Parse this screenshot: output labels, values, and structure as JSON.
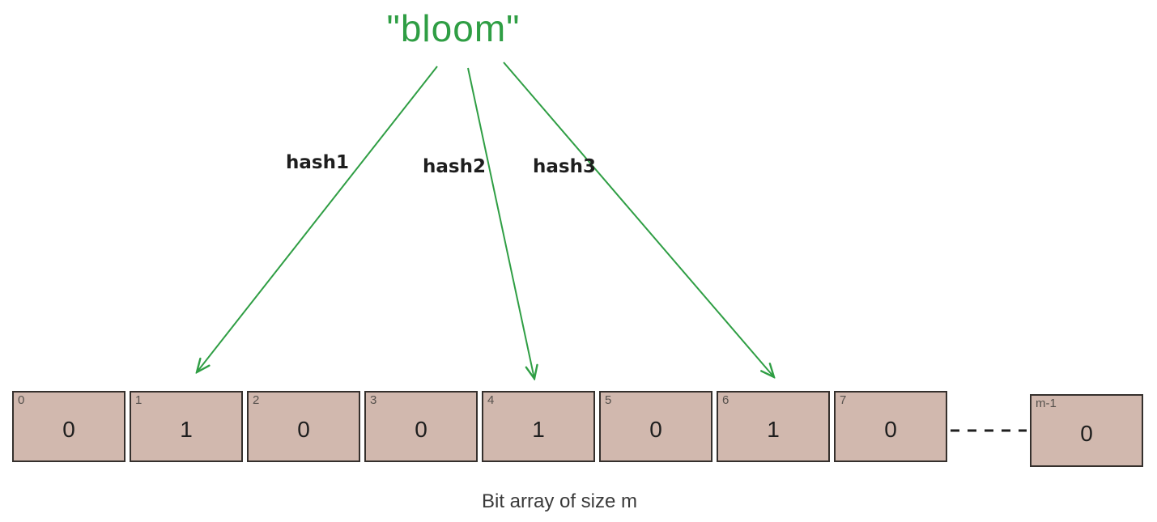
{
  "title": "\"bloom\"",
  "hash_functions": [
    {
      "label": "hash1",
      "target_index": "1"
    },
    {
      "label": "hash2",
      "target_index": "4"
    },
    {
      "label": "hash3",
      "target_index": "6"
    }
  ],
  "bit_array": {
    "cells": [
      {
        "index": "0",
        "value": "0"
      },
      {
        "index": "1",
        "value": "1"
      },
      {
        "index": "2",
        "value": "0"
      },
      {
        "index": "3",
        "value": "0"
      },
      {
        "index": "4",
        "value": "1"
      },
      {
        "index": "5",
        "value": "0"
      },
      {
        "index": "6",
        "value": "1"
      },
      {
        "index": "7",
        "value": "0"
      },
      {
        "index": "m-1",
        "value": "0"
      }
    ],
    "caption": "Bit array of size m"
  },
  "colors": {
    "green": "#2f9e44",
    "cell_fill": "#d1b8ae",
    "cell_border": "#35302d",
    "index_text": "#55504c",
    "value_text": "#1e1e1e",
    "caption_text": "#3a3a3a",
    "dash": "#1f1f1f"
  }
}
